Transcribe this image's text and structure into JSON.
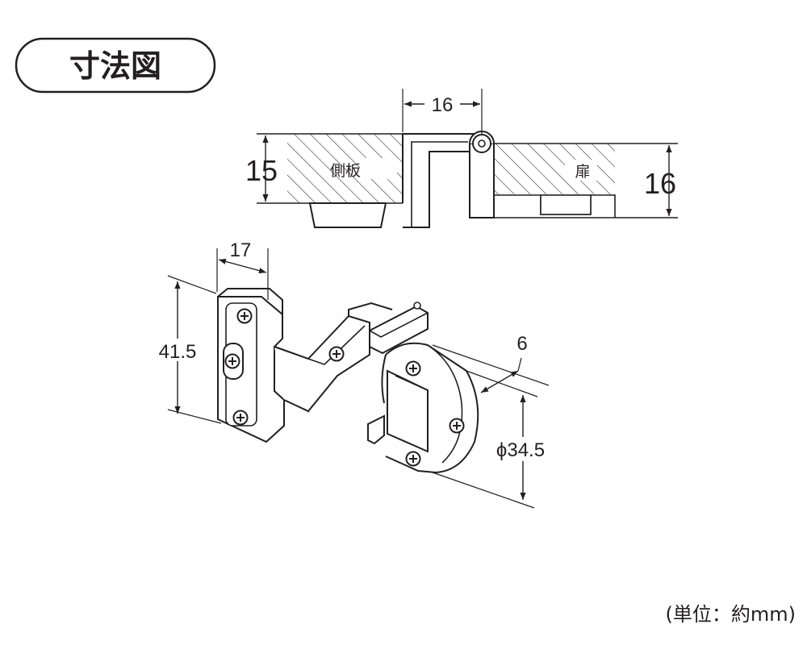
{
  "header": {
    "title": "寸法図"
  },
  "section_view": {
    "side_panel_label": "側板",
    "door_label": "扉",
    "dim_side_panel_thickness": "15",
    "dim_door_thickness": "16",
    "dim_offset": "16"
  },
  "hinge_view": {
    "dim_plate_width": "17",
    "dim_plate_height": "41.5",
    "dim_cup_depth": "6",
    "dim_cup_diameter": "ϕ34.5"
  },
  "footer": {
    "unit_note": "(単位：約mm)"
  },
  "colors": {
    "line": "#231f20",
    "background": "#ffffff"
  },
  "icons": [
    "screw-icon",
    "arrow-icon"
  ]
}
